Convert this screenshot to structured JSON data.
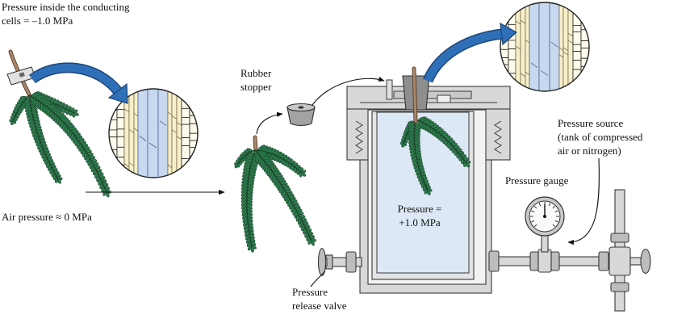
{
  "labels": {
    "conducting_cells_line1": "Pressure inside the conducting",
    "conducting_cells_line2": "cells = –1.0 MPa",
    "air_pressure": "Air pressure ≈ 0 MPa",
    "rubber_stopper_line1": "Rubber",
    "rubber_stopper_line2": "stopper",
    "chamber_pressure_line1": "Pressure =",
    "chamber_pressure_line2": "+1.0 MPa",
    "pressure_source_line1": "Pressure source",
    "pressure_source_line2": "(tank of compressed",
    "pressure_source_line3": "air or nitrogen)",
    "pressure_gauge": "Pressure gauge",
    "release_valve_line1": "Pressure",
    "release_valve_line2": "release valve"
  },
  "colors": {
    "needle": "#2e7a4d",
    "needle_edge": "#163d26",
    "branch_axis": "#1b472b",
    "stem": "#a8876a",
    "flow_arrow": "#2f6fb8",
    "chamber_interior": "#dce8f5",
    "xylem_vessel": "#c7d8ef",
    "xylem_fiber": "#f7efc9"
  }
}
